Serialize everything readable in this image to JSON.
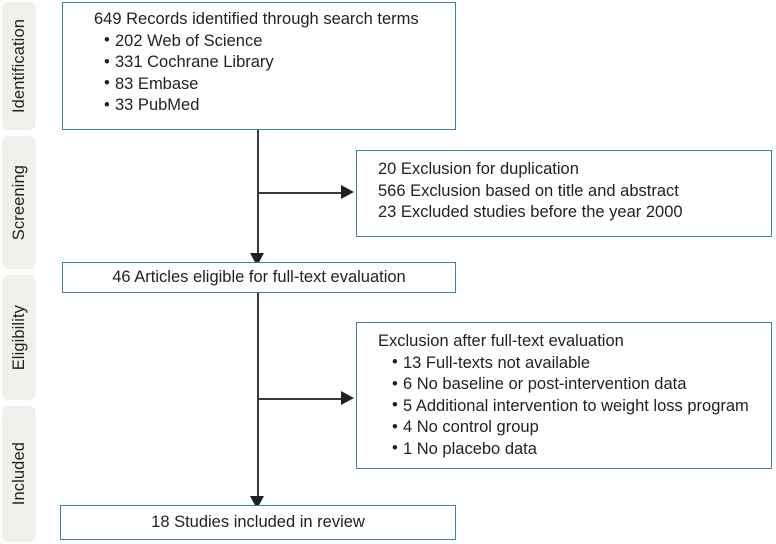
{
  "diagram": {
    "type": "prisma-flow-diagram",
    "accent_border_color": "#3f8f5f",
    "stage_label_background": "#eef1ec",
    "connector_color": "#3c3a38",
    "text_color": "#231f20"
  },
  "stages": [
    {
      "label": "Identification"
    },
    {
      "label": "Screening"
    },
    {
      "label": "Eligibility"
    },
    {
      "label": "Included"
    }
  ],
  "boxes": {
    "identification": {
      "heading": "649 Records identified through search terms",
      "bullets": [
        "202 Web of Science",
        "331 Cochrane Library",
        "83 Embase",
        "33 PubMed"
      ]
    },
    "screening_exclusions": {
      "lines": [
        "20 Exclusion for duplication",
        "566 Exclusion based on title and abstract",
        "23 Excluded studies before the year 2000"
      ]
    },
    "eligible": {
      "text": "46 Articles eligible for full-text evaluation"
    },
    "eligibility_exclusions": {
      "heading": "Exclusion after full-text evaluation",
      "bullets": [
        "13 Full-texts not available",
        "6 No baseline or post-intervention data",
        "5 Additional intervention to weight loss program",
        "4 No control group",
        "1 No placebo data"
      ]
    },
    "included": {
      "text": "18 Studies included in review"
    }
  }
}
